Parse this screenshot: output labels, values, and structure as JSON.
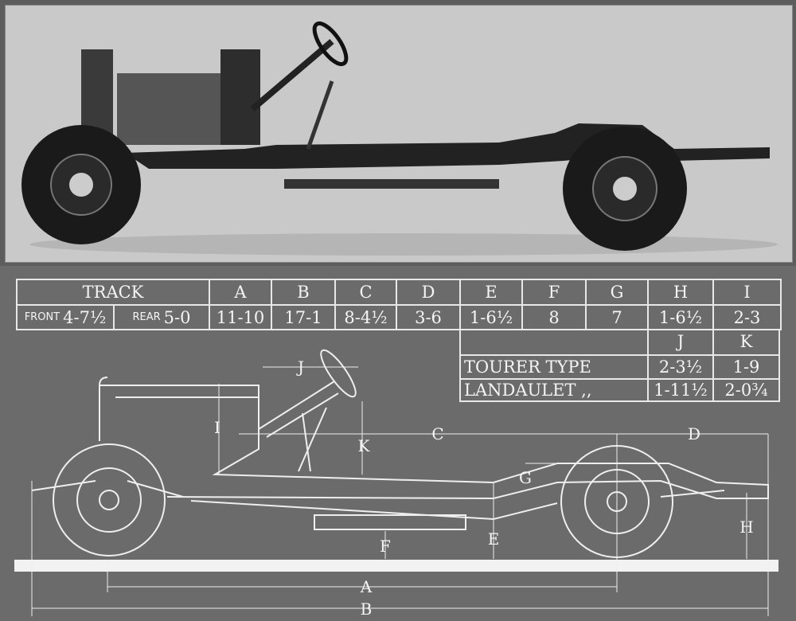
{
  "track": {
    "label": "TRACK",
    "front_label": "FRONT",
    "front_value": "4-7½",
    "rear_label": "REAR",
    "rear_value": "5-0"
  },
  "dims": [
    {
      "letter": "A",
      "value": "11-10"
    },
    {
      "letter": "B",
      "value": "17-1"
    },
    {
      "letter": "C",
      "value": "8-4½"
    },
    {
      "letter": "D",
      "value": "3-6"
    },
    {
      "letter": "E",
      "value": "1-6½"
    },
    {
      "letter": "F",
      "value": "8"
    },
    {
      "letter": "G",
      "value": "7"
    },
    {
      "letter": "H",
      "value": "1-6½"
    },
    {
      "letter": "I",
      "value": "2-3"
    }
  ],
  "types": {
    "col_j": "J",
    "col_k": "K",
    "rows": [
      {
        "name": "TOURER  TYPE",
        "j": "2-3½",
        "k": "1-9"
      },
      {
        "name": "LANDAULET ,,",
        "j": "1-11½",
        "k": "2-0¾"
      }
    ]
  },
  "diagram_labels": {
    "A": "A",
    "B": "B",
    "C": "C",
    "D": "D",
    "E": "E",
    "F": "F",
    "G": "G",
    "H": "H",
    "I": "I",
    "J": "J",
    "K": "K"
  }
}
